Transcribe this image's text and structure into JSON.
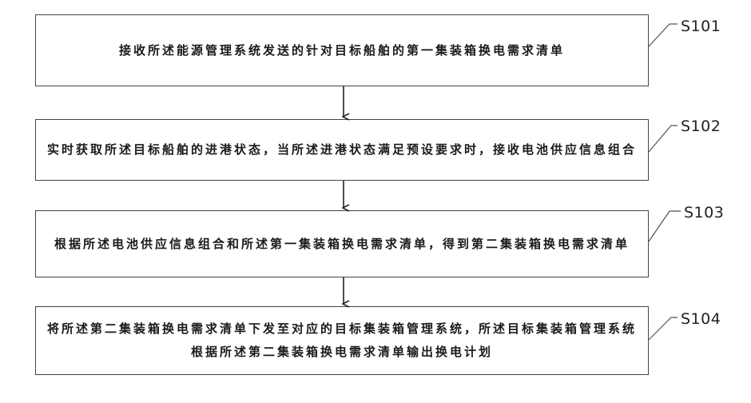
{
  "steps": [
    {
      "label": "S101",
      "text": "接收所述能源管理系统发送的针对目标船舶的第一集装箱换电需求清单"
    },
    {
      "label": "S102",
      "text": "实时获取所述目标船舶的进港状态，当所述进港状态满足预设要求时，接收电池供应信息组合"
    },
    {
      "label": "S103",
      "text": "根据所述电池供应信息组合和所述第一集装箱换电需求清单，得到第二集装箱换电需求清单"
    },
    {
      "label": "S104",
      "text": "将所述第二集装箱换电需求清单下发至对应的目标集装箱管理系统，所述目标集装箱管理系统根据所述第二集装箱换电需求清单输出换电计划"
    }
  ]
}
